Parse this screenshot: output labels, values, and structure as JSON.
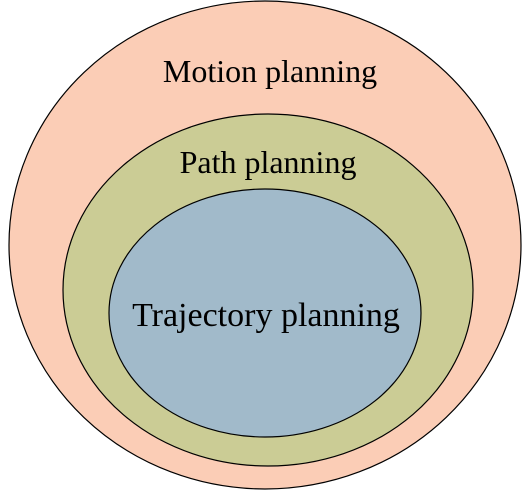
{
  "diagram": {
    "regions": [
      {
        "id": "motion",
        "label": "Motion planning",
        "color": "#FBCDB6"
      },
      {
        "id": "path",
        "label": "Path planning",
        "color": "#CBCC95"
      },
      {
        "id": "trajectory",
        "label": "Trajectory planning",
        "color": "#A1BACA"
      }
    ]
  }
}
